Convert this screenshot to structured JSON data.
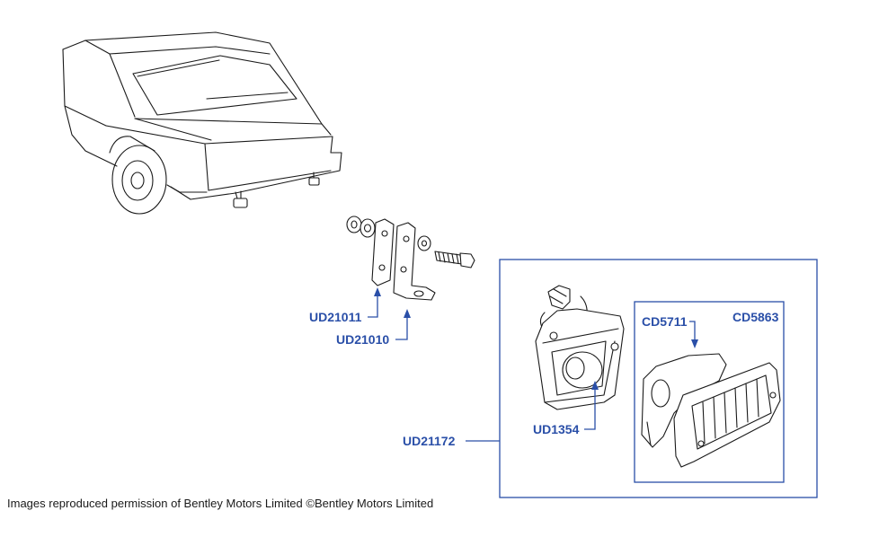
{
  "parts": {
    "bracket_left": "UD21011",
    "bracket_right": "UD21010",
    "lamp_assembly": "UD21172",
    "bulb": "UD1354",
    "lens": "CD5711",
    "lens_kit": "CD5863"
  },
  "credit": "Images reproduced permission of Bentley Motors Limited ©Bentley Motors Limited",
  "colors": {
    "label": "#2a4fa8",
    "frame": "#2a4fa8",
    "line_art": "#1a1a1a"
  }
}
